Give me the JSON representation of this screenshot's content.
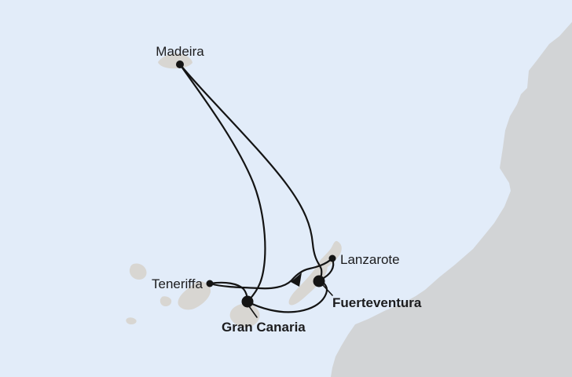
{
  "map": {
    "kind": "cruise-route-map",
    "ports": [
      {
        "id": "madeira",
        "label": "Madeira",
        "emphasis": false
      },
      {
        "id": "teneriffa",
        "label": "Teneriffa",
        "emphasis": false
      },
      {
        "id": "gran-canaria",
        "label": "Gran Canaria",
        "emphasis": true
      },
      {
        "id": "fuerteventura",
        "label": "Fuerteventura",
        "emphasis": true
      },
      {
        "id": "lanzarote",
        "label": "Lanzarote",
        "emphasis": false
      }
    ],
    "routes": [
      {
        "from": "Madeira",
        "to": "Gran Canaria"
      },
      {
        "from": "Madeira",
        "to": "Fuerteventura"
      },
      {
        "from": "Fuerteventura",
        "to": "Lanzarote"
      },
      {
        "from": "Lanzarote",
        "to": "Teneriffa",
        "arrow": "points southwest mid-route"
      },
      {
        "from": "Teneriffa",
        "to": "Gran Canaria"
      },
      {
        "from": "Gran Canaria",
        "to": "Fuerteventura"
      }
    ],
    "colors": {
      "sea": "#e2ecf9",
      "landmass": "#d2d4d6",
      "island": "#d8d6d2",
      "route_line": "#141414",
      "label_text": "#1c1c1e"
    }
  }
}
